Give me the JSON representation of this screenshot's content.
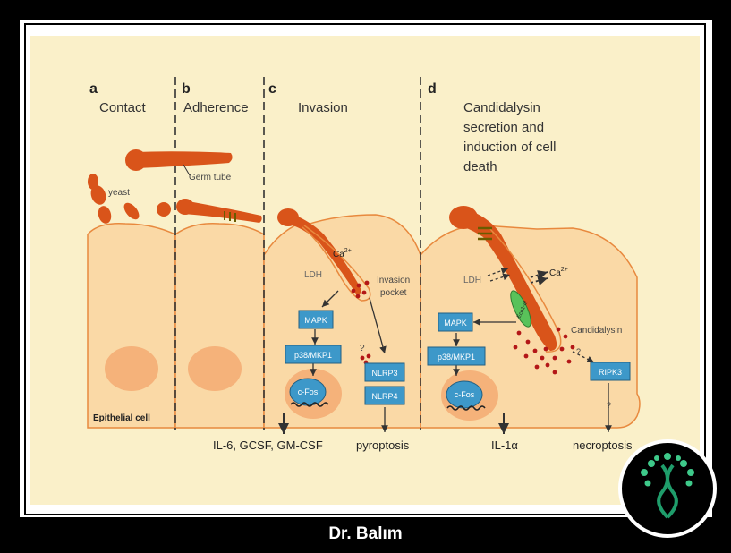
{
  "panels": {
    "a": {
      "letter": "a",
      "title": "Contact"
    },
    "b": {
      "letter": "b",
      "title": "Adherence"
    },
    "c": {
      "letter": "c",
      "title": "Invasion"
    },
    "d": {
      "letter": "d",
      "title_lines": [
        "Candidalysin",
        "secretion and",
        "induction of cell",
        "death"
      ]
    }
  },
  "labels": {
    "yeast": "yeast",
    "germ_tube": "Germ tube",
    "epithelial_cell": "Epithelial cell",
    "ldh": "LDH",
    "ca": "Ca",
    "ca_sup": "2+",
    "invasion_pocket": [
      "Invasion",
      "pocket"
    ],
    "candidalysin": "Candidalysin",
    "ece1": "Ece1-III",
    "question": "?"
  },
  "boxes": {
    "mapk": "MAPK",
    "p38": "p38/MKP1",
    "cfos": "c-Fos",
    "nlrp3": "NLRP3",
    "nlrp4": "NLRP4",
    "ripk3": "RIPK3"
  },
  "outputs": {
    "cytokines": "IL-6, GCSF, GM-CSF",
    "pyroptosis": "pyroptosis",
    "il1a": "IL-1α",
    "necroptosis": "necroptosis"
  },
  "credit": "Dr. Balım",
  "colors": {
    "background": "#faf0c9",
    "cell_fill": "#fad9a6",
    "cell_stroke": "#e8893e",
    "fungus": "#d9541a",
    "box": "#3d98c9",
    "nucleus": "#f5b27a",
    "dots": "#b31717"
  }
}
